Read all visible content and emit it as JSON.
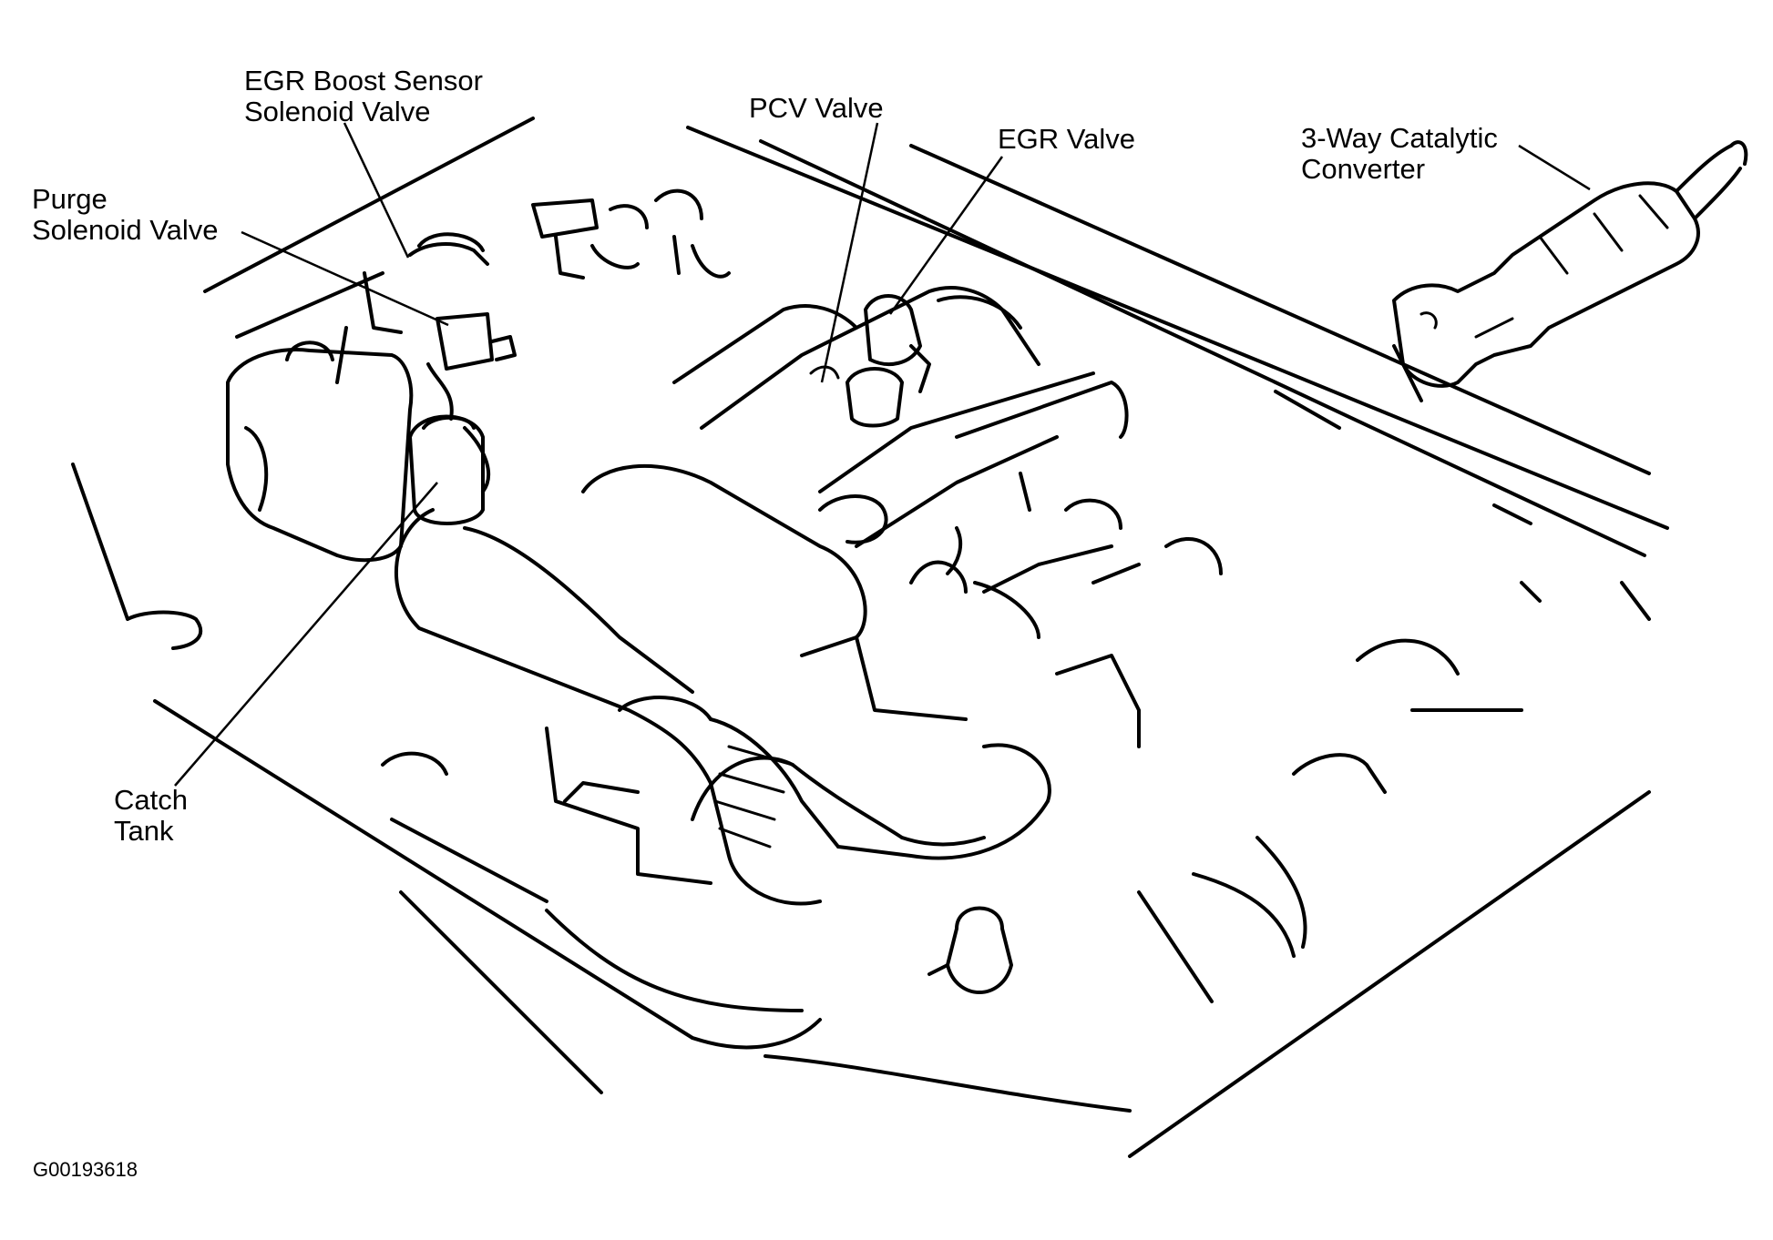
{
  "labels": {
    "egr_boost_sensor": [
      "EGR Boost Sensor",
      "Solenoid Valve"
    ],
    "purge_solenoid": [
      "Purge",
      "Solenoid Valve"
    ],
    "pcv_valve": "PCV Valve",
    "egr_valve": "EGR Valve",
    "catalytic_converter": [
      "3-Way Catalytic",
      "Converter"
    ],
    "catch_tank": [
      "Catch",
      "Tank"
    ]
  },
  "figure_id": "G00193618",
  "colors": {
    "line": "#000000",
    "background": "#ffffff"
  }
}
